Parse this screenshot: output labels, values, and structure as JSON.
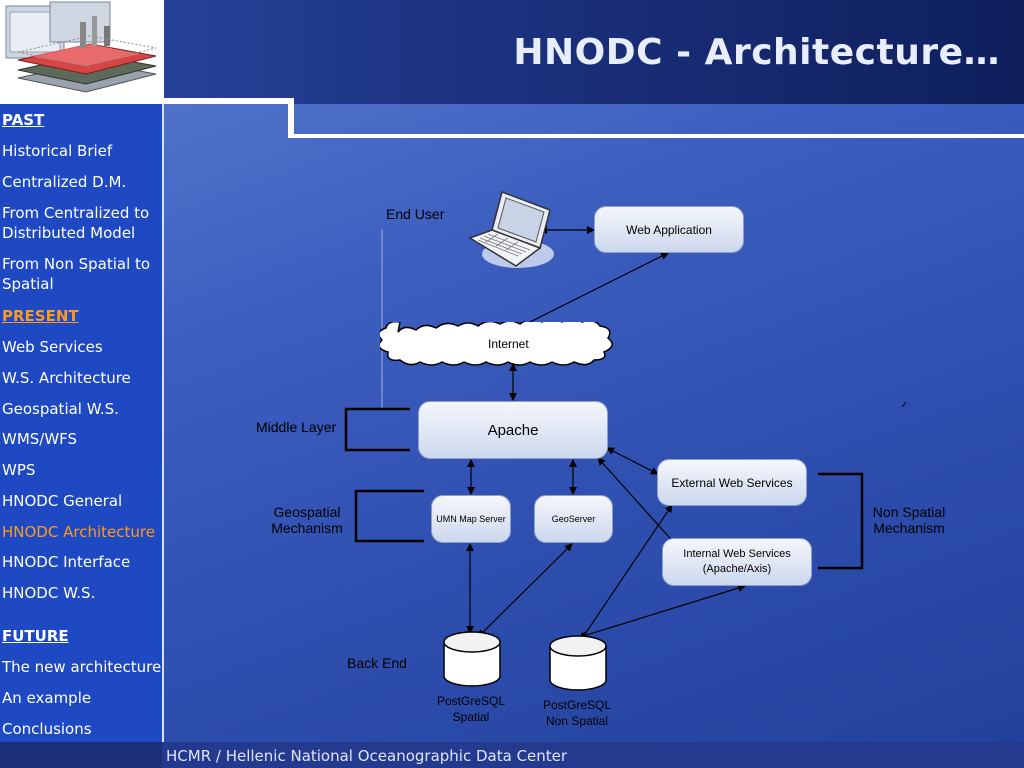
{
  "slide": {
    "title": "HNODC - Architecture…",
    "footer": "HCMR / Hellenic National Oceanographic Data Center"
  },
  "sidebar": {
    "items": [
      {
        "label": "PAST"
      },
      {
        "label": "Historical Brief"
      },
      {
        "label": "Centralized D.M."
      },
      {
        "label": "From Centralized to"
      },
      {
        "label": "Distributed Model"
      },
      {
        "label": "From Non Spatial to"
      },
      {
        "label": "Spatial"
      },
      {
        "label": "PRESENT"
      },
      {
        "label": "Web Services"
      },
      {
        "label": "W.S. Architecture"
      },
      {
        "label": "Geospatial W.S."
      },
      {
        "label": "WMS/WFS"
      },
      {
        "label": "WPS"
      },
      {
        "label": "HNODC General"
      },
      {
        "label": "HNODC Architecture"
      },
      {
        "label": "HNODC Interface"
      },
      {
        "label": "HNODC W.S."
      },
      {
        "label": "FUTURE"
      },
      {
        "label": "The new architecture"
      },
      {
        "label": "An example"
      },
      {
        "label": "Conclusions"
      }
    ]
  },
  "diagram": {
    "end_user": "End User",
    "web_application": "Web Application",
    "internet": "Internet",
    "apache": "Apache",
    "middle_layer": "Middle Layer",
    "geospatial_line1": "Geospatial",
    "geospatial_line2": "Mechanism",
    "umn_map_server": "UMN Map Server",
    "geoserver": "GeoServer",
    "external_ws": "External Web Services",
    "internal_ws_line1": "Internal Web Services",
    "internal_ws_line2": "(Apache/Axis)",
    "non_spatial_line1": "Non Spatial",
    "non_spatial_line2": "Mechanism",
    "back_end": "Back End",
    "pg_spatial_line1": "PostGreSQL",
    "pg_spatial_line2": "Spatial",
    "pg_nonspatial_line1": "PostGreSQL",
    "pg_nonspatial_line2": "Non Spatial"
  }
}
